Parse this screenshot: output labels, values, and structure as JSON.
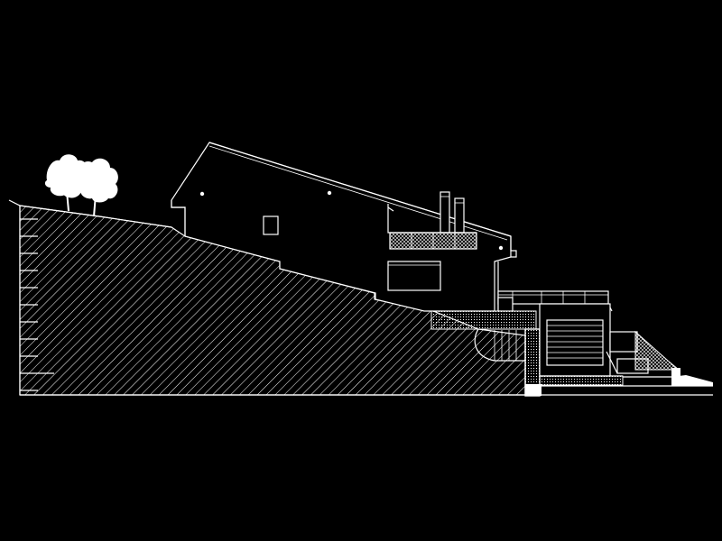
{
  "drawing": {
    "background_color": "#000000",
    "line_color": "#ffffff",
    "view": "side-elevation"
  },
  "elements": {
    "terrain": "hatched-ground-section",
    "house": "sloped-roof-house",
    "trees": "tree-pair",
    "garage": "garage-with-roller-door",
    "balcony": "railed-balcony",
    "chimneys": "chimney-pair",
    "retaining_wall": "stone-retaining-wall"
  }
}
